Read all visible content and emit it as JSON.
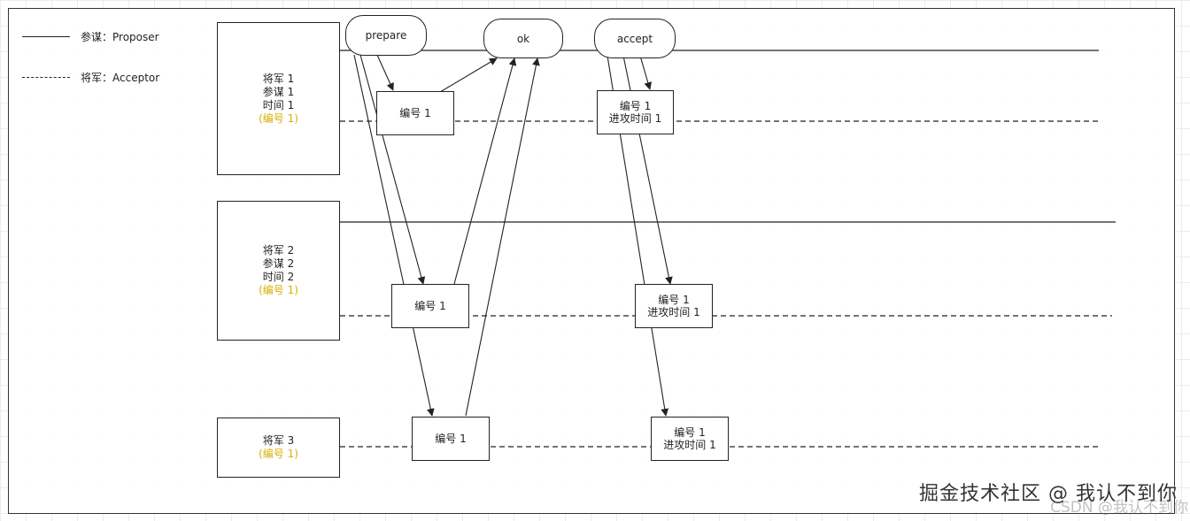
{
  "legend": {
    "proposer": "参谋：Proposer",
    "acceptor": "将军：Acceptor"
  },
  "generals": [
    {
      "lines": [
        "将军 1",
        "参谋 1",
        "时间 1"
      ],
      "proposal": "(编号 1)"
    },
    {
      "lines": [
        "将军 2",
        "参谋 2",
        "时间 2"
      ],
      "proposal": "(编号 1)"
    },
    {
      "lines": [
        "将军 3"
      ],
      "proposal": "(编号 1)"
    }
  ],
  "messages": {
    "prepare": "prepare",
    "ok": "ok",
    "accept": "accept"
  },
  "prepare_boxes": [
    "编号 1",
    "编号 1",
    "编号 1"
  ],
  "accept_boxes": [
    [
      "编号 1",
      "进攻时间 1"
    ],
    [
      "编号 1",
      "进攻时间 1"
    ],
    [
      "编号 1",
      "进攻时间 1"
    ]
  ],
  "watermark": {
    "main": "掘金技术社区 @ 我认不到你",
    "sub": "CSDN @我认不到你"
  },
  "colors": {
    "accent": "#d4b106",
    "line": "#222222"
  }
}
